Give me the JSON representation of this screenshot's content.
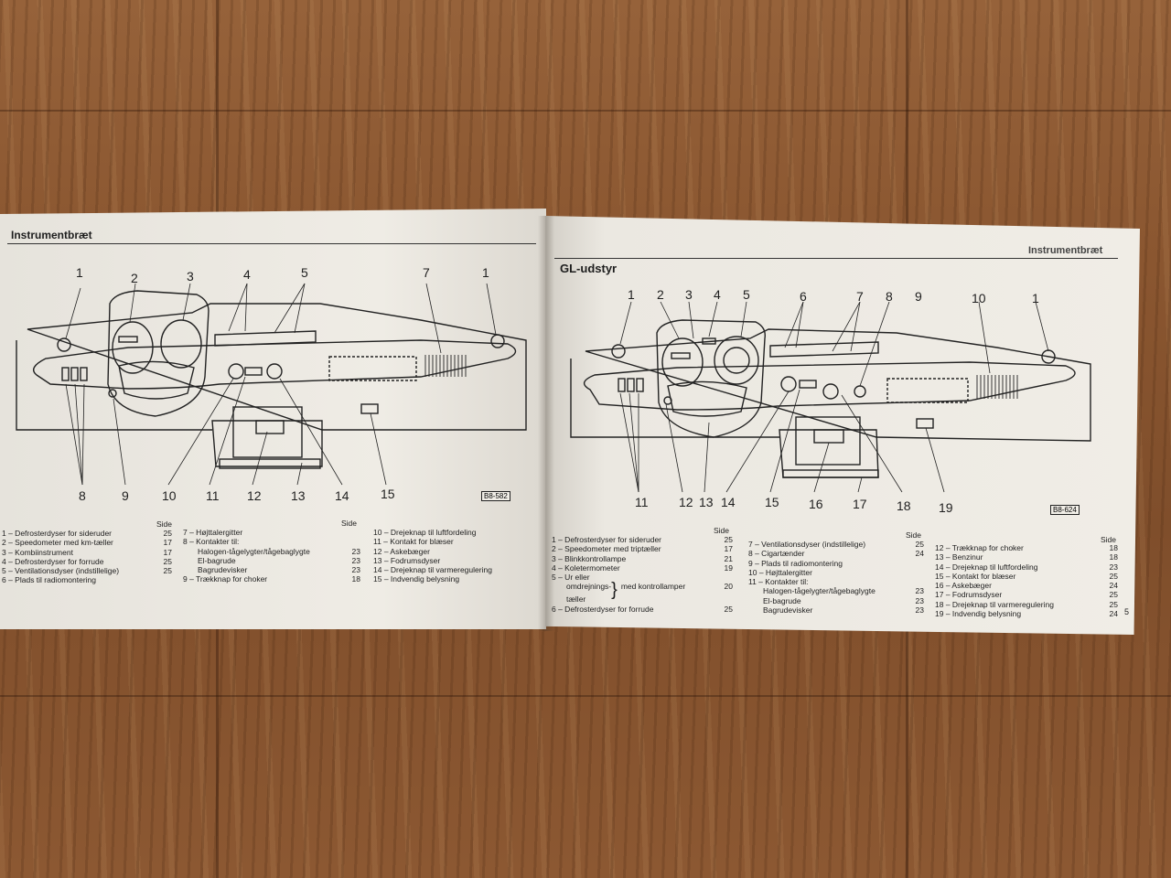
{
  "left_page": {
    "title": "Instrumentbræt",
    "callouts_top": [
      "1",
      "2",
      "3",
      "4",
      "5",
      "",
      "7",
      "1"
    ],
    "callouts_bottom": [
      "8",
      "9",
      "10",
      "11",
      "12",
      "13",
      "14",
      "15"
    ],
    "code": "B8-582",
    "side_header": [
      "Side",
      "Side"
    ],
    "legend_col1": [
      {
        "text": "1 – Defrosterdyser for sideruder",
        "page": "25"
      },
      {
        "text": "2 – Speedometer med km-tæller",
        "page": "17"
      },
      {
        "text": "3 – Kombiinstrument",
        "page": "17"
      },
      {
        "text": "4 – Defrosterdyser for forrude",
        "page": "25"
      },
      {
        "text": "5 – Ventilationsdyser (indstillelige)",
        "page": "25"
      },
      {
        "text": "6 – Plads til radiomontering",
        "page": ""
      }
    ],
    "legend_col2": [
      {
        "text": "7 – Højttalergitter",
        "page": ""
      },
      {
        "text": "8 – Kontakter til:",
        "page": ""
      },
      {
        "text": "Halogen-tågelygter/tågebaglygte",
        "page": "23"
      },
      {
        "text": "El-bagrude",
        "page": "23"
      },
      {
        "text": "Bagrudevisker",
        "page": "23"
      },
      {
        "text": "9 – Trækknap for choker",
        "page": "18"
      }
    ],
    "legend_col3": [
      {
        "text": "10 – Drejeknap til luftfordeling",
        "page": ""
      },
      {
        "text": "11 – Kontakt for blæser",
        "page": ""
      },
      {
        "text": "12 – Askebæger",
        "page": ""
      },
      {
        "text": "13 – Fodrumsdyser",
        "page": ""
      },
      {
        "text": "14 – Drejeknap til varmeregulering",
        "page": ""
      },
      {
        "text": "15 – Indvendig belysning",
        "page": ""
      }
    ]
  },
  "right_page": {
    "header": "Instrumentbræt",
    "title": "GL-udstyr",
    "callouts_top": [
      "1",
      "2",
      "3",
      "4",
      "5",
      "6",
      "7",
      "8",
      "9",
      "10",
      "1"
    ],
    "callouts_bottom": [
      "11",
      "12",
      "13",
      "14",
      "15",
      "16",
      "17",
      "18",
      "19"
    ],
    "code": "B8-624",
    "side_header": [
      "Side",
      "Side",
      "Side"
    ],
    "legend_col1": [
      {
        "text": "1 – Defrosterdyser for sideruder",
        "page": "25"
      },
      {
        "text": "2 – Speedometer med triptæller",
        "page": "17"
      },
      {
        "text": "3 – Blinkkontrollampe",
        "page": "21"
      },
      {
        "text": "4 – Koletermometer",
        "page": "19"
      },
      {
        "text": "5 – Ur eller",
        "page": ""
      },
      {
        "text": "omdrejnings-",
        "page": ""
      },
      {
        "text": "tæller",
        "page": ""
      },
      {
        "text": "6 – Defrosterdyser for forrude",
        "page": "25"
      }
    ],
    "legend_col1_bracket": "med kontrollamper",
    "legend_col1_bracket_page": "20",
    "legend_col2": [
      {
        "text": "7 – Ventilationsdyser (indstillelige)",
        "page": "25"
      },
      {
        "text": "8 – Cigartænder",
        "page": "24"
      },
      {
        "text": "9 – Plads til radiomontering",
        "page": ""
      },
      {
        "text": "10 – Højttalergitter",
        "page": ""
      },
      {
        "text": "11 – Kontakter til:",
        "page": ""
      },
      {
        "text": "Halogen-tågelygter/tågebaglygte",
        "page": "23"
      },
      {
        "text": "El-bagrude",
        "page": "23"
      },
      {
        "text": "Bagrudevisker",
        "page": "23"
      }
    ],
    "legend_col3": [
      {
        "text": "12 – Trækknap for choker",
        "page": "18"
      },
      {
        "text": "13 – Benzinur",
        "page": "18"
      },
      {
        "text": "14 – Drejeknap til luftfordeling",
        "page": "23"
      },
      {
        "text": "15 – Kontakt for blæser",
        "page": "25"
      },
      {
        "text": "16 – Askebæger",
        "page": "24"
      },
      {
        "text": "17 – Fodrumsdyser",
        "page": "25"
      },
      {
        "text": "18 – Drejeknap til varmeregulering",
        "page": "25"
      },
      {
        "text": "19 – Indvendig belysning",
        "page": "24"
      }
    ],
    "page_number": "5"
  }
}
